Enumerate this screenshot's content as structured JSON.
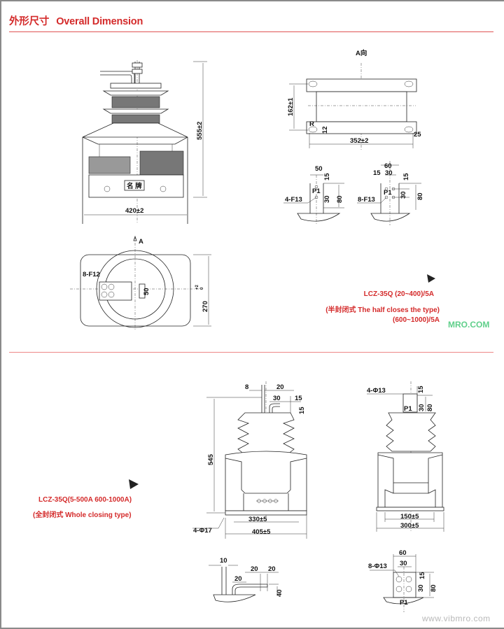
{
  "title": {
    "cn": "外形尺寸",
    "en": "Overall Dimension"
  },
  "colors": {
    "accent": "#d42a2a",
    "rule": "#e05555"
  },
  "half_closed": {
    "model": "LCZ-35Q (20~400)/5A",
    "desc": "(半封闭式 The half closes the type)",
    "model2": "(600~1000)/5A",
    "front": {
      "height": "555±2",
      "width": "420±2",
      "nameplate": "名 牌"
    },
    "top": {
      "arrow": "A",
      "holes": "8-F12",
      "slot": "50",
      "depth": "270",
      "tol_up": "+2",
      "tol_dn": "0"
    },
    "a_view": {
      "title": "A向",
      "height": "162±1",
      "width": "352±2",
      "r": "R",
      "d12": "12",
      "d25": "25"
    },
    "detail_left": {
      "d50": "50",
      "d15": "15",
      "d30": "30",
      "d80": "80",
      "p1": "P1",
      "holes": "4-F13"
    },
    "detail_right": {
      "d60": "60",
      "d15a": "15",
      "d30": "30",
      "d15b": "15",
      "d30b": "30",
      "d80": "80",
      "p1": "P1",
      "holes": "8-F13"
    }
  },
  "whole_closed": {
    "model": "LCZ-35Q(5-500A 600-1000A)",
    "desc": "(全封闭式 Whole closing type)",
    "front": {
      "d8": "8",
      "d20": "20",
      "d30": "30",
      "d15a": "15",
      "d15b": "15",
      "height": "545",
      "holes": "4-Φ17",
      "inner": "330±5",
      "outer": "405±5"
    },
    "side": {
      "holes": "4-Φ13",
      "d15": "15",
      "d30": "30",
      "d80": "80",
      "p1": "P1",
      "inner": "150±5",
      "outer": "300±5"
    },
    "detail_left": {
      "d10": "10",
      "d20a": "20",
      "d20b": "20",
      "d20c": "20",
      "d40": "40"
    },
    "detail_right": {
      "d60": "60",
      "d30": "30",
      "d15": "15",
      "d30b": "30",
      "d80": "80",
      "holes": "8-Φ13",
      "p1": "P1"
    }
  },
  "watermarks": {
    "logo": "MRO.COM",
    "url": "www.vibmro.com"
  }
}
